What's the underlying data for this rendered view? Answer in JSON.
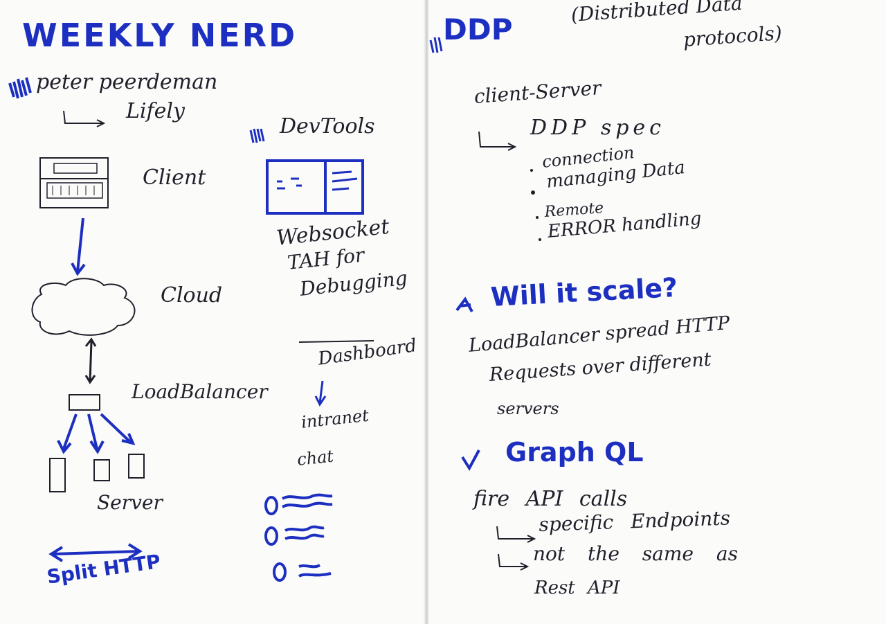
{
  "left_page": {
    "title": "WEEKLY NERD",
    "speaker_name": "peter peerdeman",
    "speaker_company": "Lifely",
    "diagram": {
      "client": "Client",
      "cloud": "Cloud",
      "load_balancer": "LoadBalancer",
      "servers": "Server",
      "split_http": "Split HTTP"
    },
    "devtools": {
      "heading": "DevTools",
      "note_lines": [
        "Websocket",
        "TAH for",
        "Debugging"
      ],
      "dashboard": "Dashboard",
      "dashboard_lines": [
        "intranet",
        "chat"
      ]
    }
  },
  "right_page": {
    "ddp_title": "DDP",
    "ddp_subtitle_lines": [
      "(Distributed Data",
      "protocols)"
    ],
    "client_server": "client-Server",
    "ddp_spec": "DDP spec",
    "spec_items": [
      "connection",
      "managing Data",
      "Remote",
      "ERROR handling"
    ],
    "scale_heading": "Will it scale?",
    "load_balancer_note_lines": [
      "LoadBalancer spread HTTP",
      "Requests over different",
      "servers"
    ],
    "graphql_heading": "Graph QL",
    "graphql_notes": [
      "fire API calls",
      "specific Endpoints",
      "not the same as",
      "Rest API"
    ]
  },
  "colors": {
    "ink_blue": "#1d2fc0",
    "ink_black": "#1f1f2a",
    "paper": "#fbfbfa"
  }
}
